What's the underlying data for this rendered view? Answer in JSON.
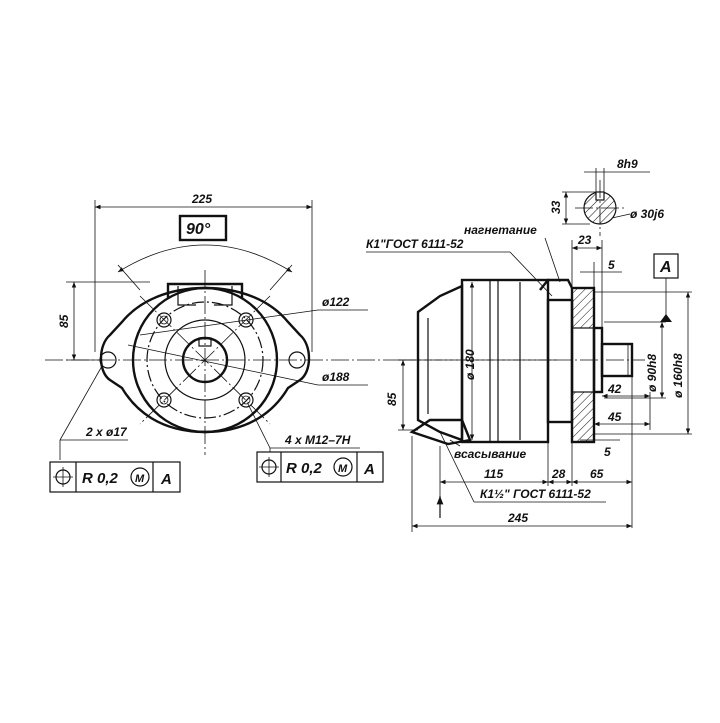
{
  "front_view": {
    "dim_width": "225",
    "dim_angle": "90°",
    "dim_height": "85",
    "dim_bore_small": "ø122",
    "dim_bore_large": "ø188",
    "holes_label": "2 x ø17",
    "threads_label": "4 x M12–7H",
    "tolerance_frame_1": {
      "symbol": "⌖",
      "value": "R 0,2",
      "modifier": "M",
      "datum": "A"
    },
    "tolerance_frame_2": {
      "symbol": "⌖",
      "value": "R 0,2",
      "modifier": "M",
      "datum": "A"
    }
  },
  "side_view": {
    "port_outlet_label": "нагнетание",
    "port_inlet_label": "всасывание",
    "thread_outlet": "К1\"ГОСТ 6111-52",
    "thread_inlet": "К1½\" ГОСТ 6111-52",
    "datum_label": "A",
    "dim_23": "23",
    "dim_5_top": "5",
    "dim_5_bottom": "5",
    "dim_180": "ø 180",
    "dim_90h8": "ø 90h8",
    "dim_160h8": "ø 160h8",
    "dim_85": "85",
    "dim_42": "42",
    "dim_45": "45",
    "dim_115": "115",
    "dim_28": "28",
    "dim_65": "65",
    "dim_245": "245"
  },
  "shaft_section": {
    "dim_key": "8h9",
    "dim_height": "33",
    "dim_diameter": "ø 30j6"
  }
}
